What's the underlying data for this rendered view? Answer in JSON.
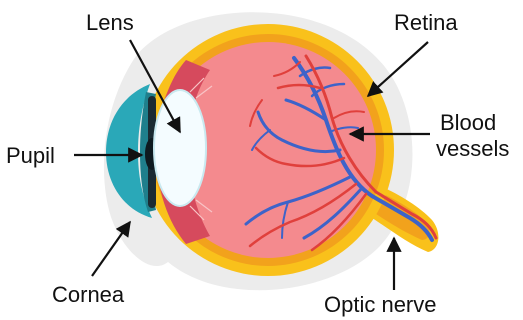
{
  "diagram": {
    "labels": {
      "lens": "Lens",
      "retina": "Retina",
      "pupil": "Pupil",
      "blood_vessels_line1": "Blood",
      "blood_vessels_line2": "vessels",
      "cornea": "Cornea",
      "optic_nerve": "Optic nerve"
    },
    "colors": {
      "sclera_outer": "#ECECEC",
      "choroid_yellow": "#F9C11B",
      "retina_orange": "#F2A21C",
      "vitreous_pink": "#F48A8E",
      "ciliary_red": "#D64A5D",
      "cornea_teal": "#2AA8B8",
      "lens_white": "#F4FCFF",
      "iris_dark": "#1B2B33",
      "vein_blue": "#3D63C9",
      "artery_red": "#E0403C"
    }
  }
}
